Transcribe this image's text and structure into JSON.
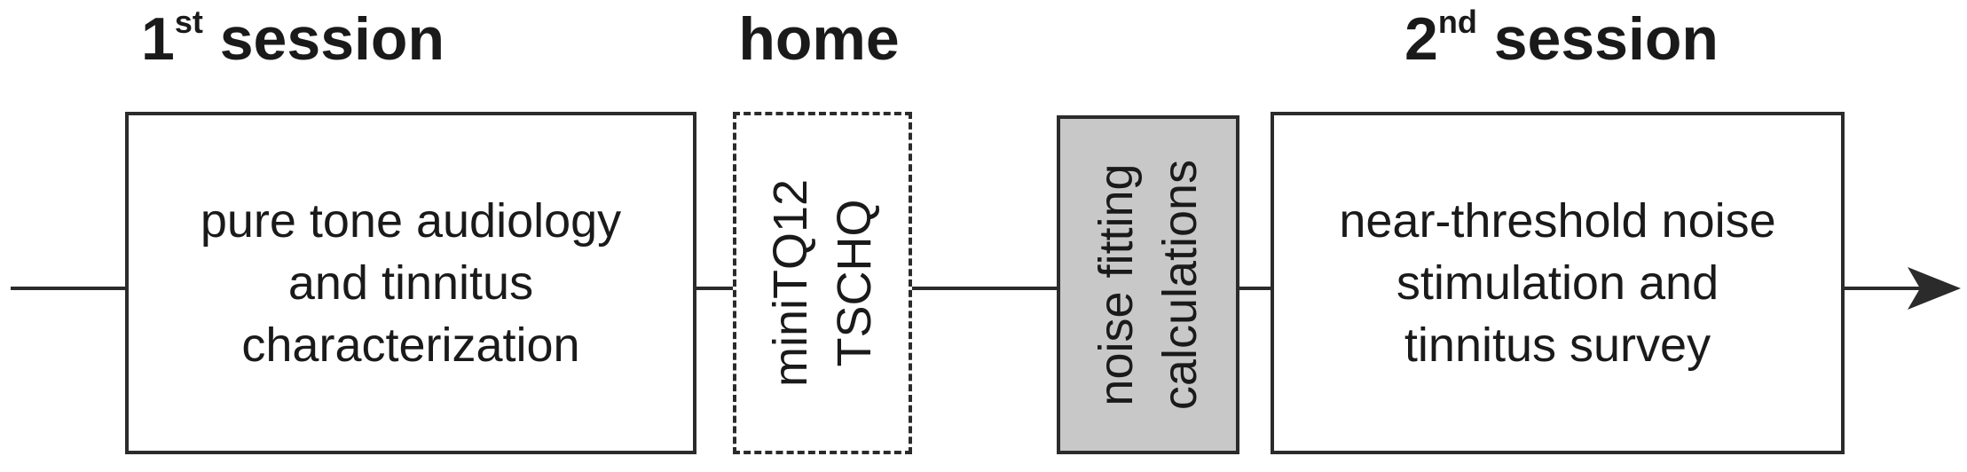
{
  "headers": {
    "session1": {
      "main": "1",
      "sup": "st",
      "rest": " session"
    },
    "home": "home",
    "session2": {
      "main": "2",
      "sup": "nd",
      "rest": " session"
    }
  },
  "boxes": {
    "session1": [
      "pure tone audiology",
      "and tinnitus",
      "characterization"
    ],
    "home": [
      "miniTQ12",
      "TSCHQ"
    ],
    "noise": [
      "noise fitting",
      "calculations"
    ],
    "session2": [
      "near-threshold noise",
      "stimulation and",
      "tinnitus survey"
    ]
  },
  "colors": {
    "stroke": "#2b2b2b",
    "gray_fill": "#c8c8c8",
    "background": "#ffffff"
  }
}
